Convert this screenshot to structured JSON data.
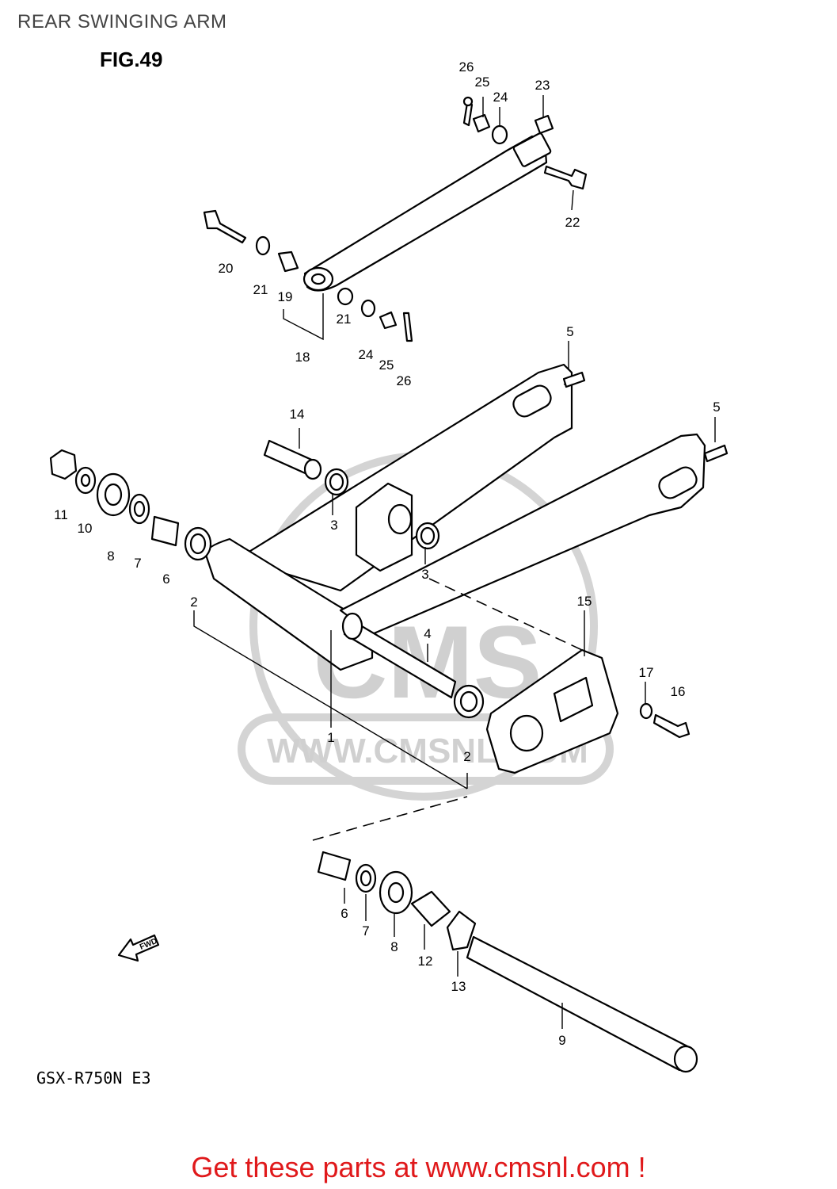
{
  "page": {
    "title": "REAR SWINGING ARM",
    "figure": "FIG.49",
    "model": "GSX-R750N E3",
    "footer": "Get these parts at www.cmsnl.com !"
  },
  "watermark": {
    "brand": "CMS",
    "url": "WWW.CMSNL.COM"
  },
  "fwd_arrow": {
    "label": "FWD"
  },
  "callouts": [
    {
      "id": "c26a",
      "text": "26"
    },
    {
      "id": "c25a",
      "text": "25"
    },
    {
      "id": "c24a",
      "text": "24"
    },
    {
      "id": "c23",
      "text": "23"
    },
    {
      "id": "c22",
      "text": "22"
    },
    {
      "id": "c20",
      "text": "20"
    },
    {
      "id": "c21a",
      "text": "21"
    },
    {
      "id": "c19",
      "text": "19"
    },
    {
      "id": "c18",
      "text": "18"
    },
    {
      "id": "c21b",
      "text": "21"
    },
    {
      "id": "c24b",
      "text": "24"
    },
    {
      "id": "c25b",
      "text": "25"
    },
    {
      "id": "c26b",
      "text": "26"
    },
    {
      "id": "c5a",
      "text": "5"
    },
    {
      "id": "c5b",
      "text": "5"
    },
    {
      "id": "c14",
      "text": "14"
    },
    {
      "id": "c11",
      "text": "11"
    },
    {
      "id": "c10",
      "text": "10"
    },
    {
      "id": "c8a",
      "text": "8"
    },
    {
      "id": "c7a",
      "text": "7"
    },
    {
      "id": "c6a",
      "text": "6"
    },
    {
      "id": "c2a",
      "text": "2"
    },
    {
      "id": "c3a",
      "text": "3"
    },
    {
      "id": "c3b",
      "text": "3"
    },
    {
      "id": "c15",
      "text": "15"
    },
    {
      "id": "c4",
      "text": "4"
    },
    {
      "id": "c17",
      "text": "17"
    },
    {
      "id": "c16",
      "text": "16"
    },
    {
      "id": "c1",
      "text": "1"
    },
    {
      "id": "c2b",
      "text": "2"
    },
    {
      "id": "c6b",
      "text": "6"
    },
    {
      "id": "c7b",
      "text": "7"
    },
    {
      "id": "c8b",
      "text": "8"
    },
    {
      "id": "c12",
      "text": "12"
    },
    {
      "id": "c13",
      "text": "13"
    },
    {
      "id": "c9",
      "text": "9"
    }
  ]
}
